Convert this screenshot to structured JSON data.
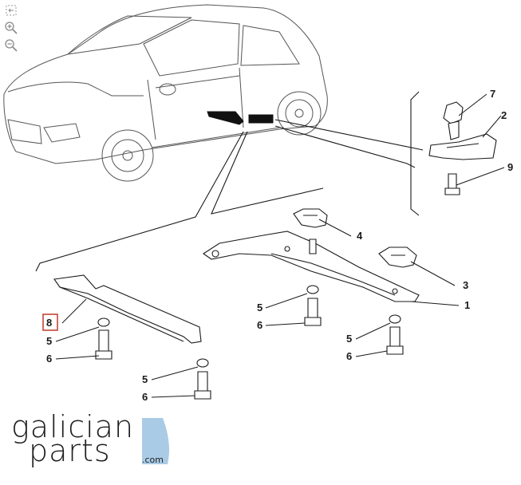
{
  "toolbar": {
    "tools": [
      {
        "name": "fit-icon",
        "glyph": "[↔]"
      },
      {
        "name": "zoom-in-icon",
        "glyph": "+"
      },
      {
        "name": "zoom-out-icon",
        "glyph": "−"
      }
    ]
  },
  "diagram": {
    "callouts": {
      "c7": "7",
      "c2": "2",
      "c9": "9",
      "c4": "4",
      "c3": "3",
      "c1": "1",
      "c8": "8",
      "c5a": "5",
      "c6a": "6",
      "c5b": "5",
      "c6b": "6",
      "c5c": "5",
      "c6c": "6",
      "c5d": "5",
      "c6d": "6"
    },
    "highlight_color": "#c0392b",
    "line_color": "#1a1a1a"
  },
  "logo": {
    "line1": "galician",
    "line2": "parts",
    "domain": ".com",
    "accent_color": "#a9cbe6"
  }
}
